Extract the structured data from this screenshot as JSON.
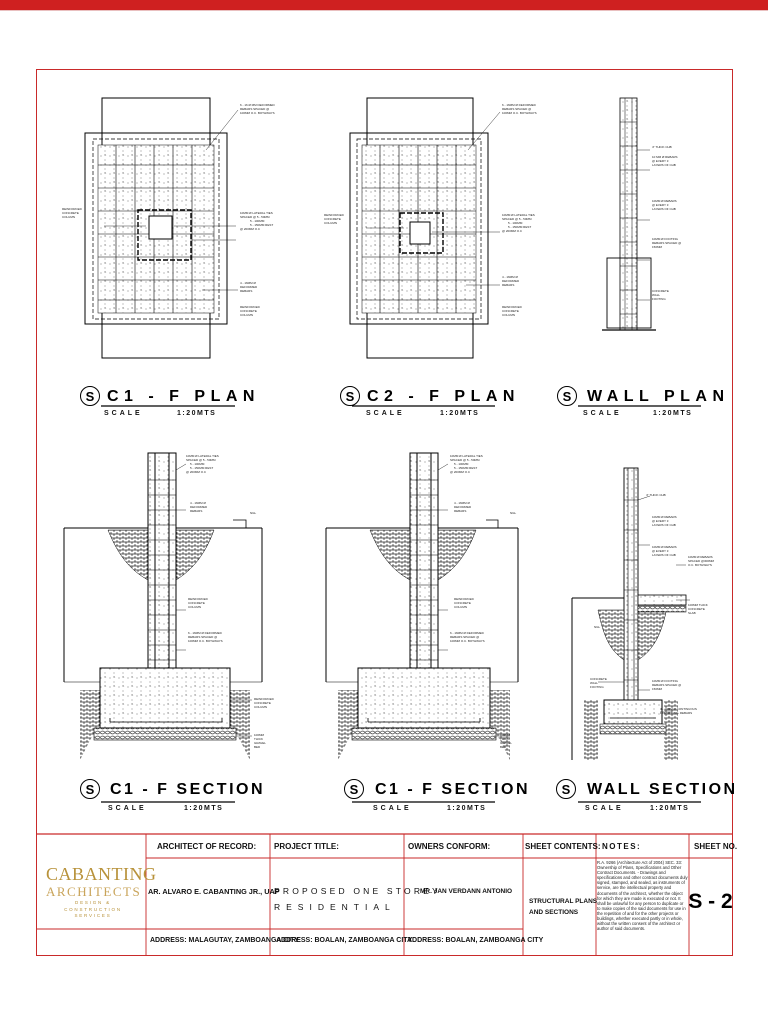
{
  "sheet": {
    "accent_color": "#cf2020",
    "drawings": {
      "c1_plan": {
        "symbol": "S",
        "title": "C1 - F  PLAN",
        "scale_label": "SCALE",
        "scale_value": "1:20MTS",
        "labels": [
          "6 - 16 Ø MM DEFORMED",
          "REBARS SPACED @",
          "100MM O.C. BOTHWAYS",
          "REINFORCED",
          "CONCRETE",
          "COLUMN",
          "10MM Ø LATERAL TIES",
          "SPACED @ 5 - 50MM",
          "5 - 100MM",
          "5 - 150MM REST",
          "@ 200MM O.C",
          "4 - 16MM Ø",
          "DEFORMED",
          "REBARS",
          "REINFORCED",
          "CONCRETE",
          "COLUMN"
        ]
      },
      "c2_plan": {
        "symbol": "S",
        "title": "C2 - F  PLAN",
        "scale_label": "SCALE",
        "scale_value": "1:20MTS",
        "labels": [
          "6 - 16MM Ø DEFORMED",
          "REBARS SPACED @",
          "100MM O.C. BOTHWAYS",
          "REINFORCED",
          "CONCRETE",
          "COLUMN",
          "10MM Ø LATERAL TIES",
          "SPACED @ 5 - 50MM",
          "5 - 100MM",
          "5 - 150MM REST",
          "@ 200MM O.C",
          "4 - 16MM Ø",
          "DEFORMED",
          "REBARS",
          "REINFORCED",
          "CONCRETE",
          "COLUMN"
        ]
      },
      "wall_plan": {
        "symbol": "S",
        "title": "WALL  PLAN",
        "scale_label": "SCALE",
        "scale_value": "1:20MTS",
        "labels": [
          "4\" THICK CHB",
          "10 MM Ø REBARS",
          "@ EVERY 3",
          "LAYERS OF CHB",
          "10MM Ø REBARS",
          "@ EVERY 3",
          "LAYERS OF CHB",
          "10MM Ø FOOTING",
          "REBARS SPACED @",
          "150MM",
          "CONCRETE",
          "WALL",
          "FOOTING"
        ]
      },
      "c1_section": {
        "symbol": "S",
        "title": "C1 - F  SECTION",
        "scale_label": "SCALE",
        "scale_value": "1:20MTS",
        "labels": [
          "10MM Ø LATERAL TIES",
          "SPACED @ 5 - 50MM",
          "5 - 100MM",
          "5 - 150MM REST",
          "@ 200MM O.C",
          "4 - 16MM Ø",
          "DEFORMED",
          "REBARS",
          "NGL",
          "REINFORCED",
          "CONCRETE",
          "COLUMN",
          "6 - 16MM Ø DEFORMED",
          "REBARS SPACED @",
          "100MM O.C. BOTHWAYS",
          "REINFORCED",
          "CONCRETE",
          "COLUMN",
          "100MM",
          "THICK",
          "GRAVEL",
          "BED"
        ]
      },
      "c1_section_b": {
        "symbol": "S",
        "title": "C1 - F  SECTION",
        "scale_label": "SCALE",
        "scale_value": "1:20MTS",
        "labels": [
          "10MM Ø LATERAL TIES",
          "SPACED @ 5 - 50MM",
          "5 - 100MM",
          "5 - 150MM REST",
          "@ 200MM O.C",
          "4 - 16MM Ø",
          "DEFORMED",
          "REBARS",
          "NGL",
          "REINFORCED",
          "CONCRETE",
          "COLUMN",
          "6 - 16MM Ø DEFORMED",
          "REBARS SPACED @",
          "100MM O.C. BOTHWAYS",
          "100MM",
          "THICK",
          "GRAVEL",
          "BED"
        ]
      },
      "wall_section": {
        "symbol": "S",
        "title": "WALL SECTION",
        "scale_label": "SCALE",
        "scale_value": "1:20MTS",
        "labels": [
          "4\" THICK CHB",
          "10MM Ø REBARS",
          "@ EVERY 3",
          "LAYERS OF CHB",
          "10MM Ø REBARS",
          "@ EVERY 3",
          "LAYERS OF CHB",
          "10MM Ø REBARS",
          "SPACED @300MM",
          "O.C. BOTHWAYS",
          "NGL",
          "100MM THICK",
          "CONCRETE",
          "SLAB",
          "CONCRETE",
          "WALL",
          "FOOTING",
          "10MM Ø FOOTING",
          "REBARS SPACED @",
          "150MM",
          "3 - 10MM Ø CONTINUOUS",
          "HORIZONTAL REBARS"
        ]
      }
    },
    "title_block": {
      "logo_line1": "CABANTING",
      "logo_line2": "ARCHITECTS",
      "logo_line3": "DESIGN & CONSTRUCTION",
      "logo_line4": "SERVICES",
      "architect_header": "ARCHITECT OF RECORD:",
      "architect_name": "AR. ALVARO E. CABANTING JR., UAP",
      "architect_address": "ADDRESS: MALAGUTAY, ZAMBOANGA CITY",
      "project_header": "PROJECT TITLE:",
      "project_line1": "PROPOSED ONE STOREY",
      "project_line2": "RESIDENTIAL",
      "project_address": "ADDRESS: BOALAN, ZAMBOANGA CITY",
      "owners_header": "OWNERS CONFORM:",
      "owner_name": "MR. JAN VERDANN ANTONIO",
      "owner_address": "ADDRESS: BOALAN, ZAMBOANGA CITY",
      "contents_header": "SHEET CONTENTS:",
      "contents_line1": "STRUCTURAL PLANS",
      "contents_line2": "AND SECTIONS",
      "notes_header": "NOTES:",
      "notes_text": "R.A. 9266 (Architecture Act of 2004) SEC. 33: Ownership of Plans, Specifications and Other Contract Documents. - Drawings and specifications and other contract documents duly signed, stamped, and sealed, as instruments of service, are the intellectual property and documents of the architect, whether the object for which they are made is executed or not. It shall be unlawful for any person to duplicate or to make copies of the said documents for use in the repetition of and for the other projects or buildings, whether executed partly or in whole, without the written consent of the architect or author of said documents.",
      "sheet_no_header": "SHEET NO.",
      "sheet_no": "S - 2"
    }
  }
}
